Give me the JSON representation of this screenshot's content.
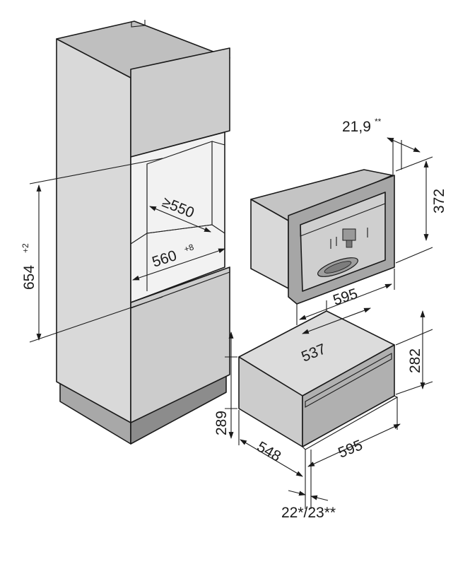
{
  "colors": {
    "line": "#1a1a1a",
    "panel_front": "#d9d9d9",
    "panel_side": "#b3b3b3",
    "panel_dark": "#8c8c8c",
    "background": "#ffffff"
  },
  "dimensions": {
    "cabinet_height": "654",
    "cabinet_height_tol": "+2",
    "niche_depth": "550",
    "niche_depth_prefix": "≥",
    "niche_width": "560",
    "niche_width_tol": "+8",
    "appliance_height": "372",
    "appliance_width": "595",
    "appliance_frame": "21,9",
    "appliance_frame_mark": "**",
    "drawer_inner_width": "537",
    "drawer_height": "282",
    "drawer_niche_height": "289",
    "drawer_depth": "548",
    "drawer_width": "595",
    "drawer_front": "22*/23**"
  }
}
